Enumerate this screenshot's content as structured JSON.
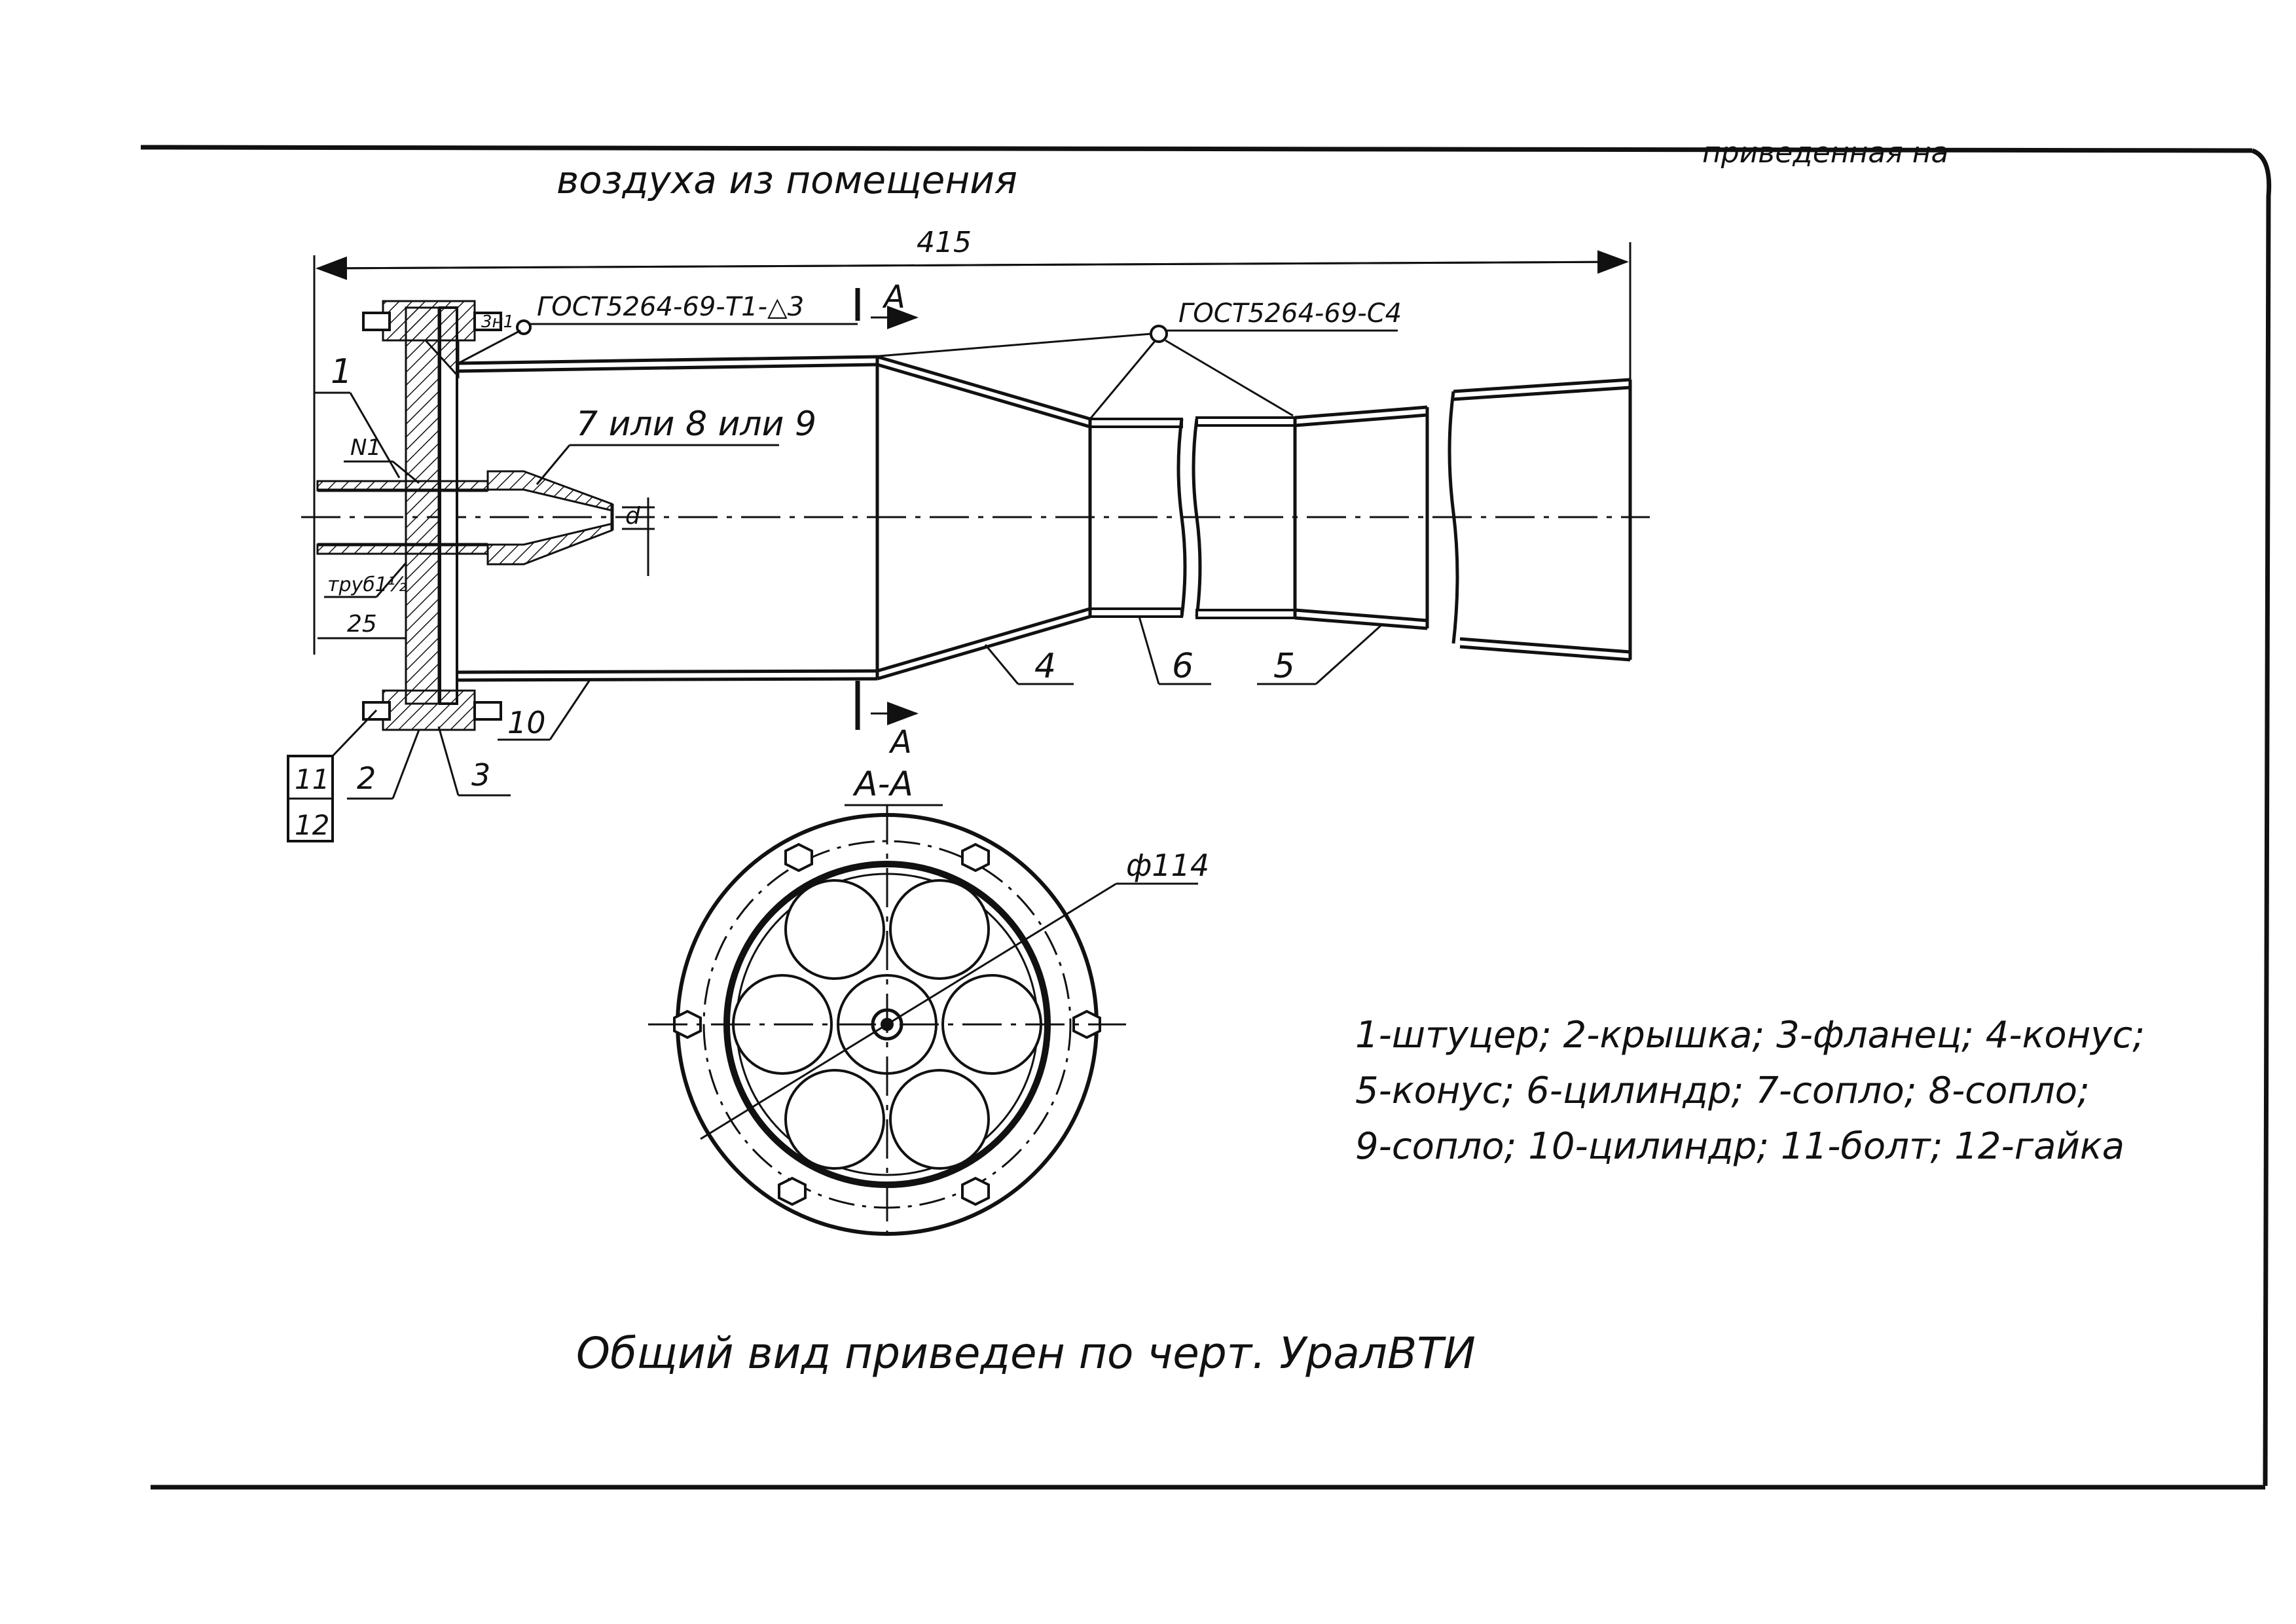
{
  "header": {
    "top_text": "воздуха из помещения",
    "corner_text": "приведенная на"
  },
  "dimensions": {
    "overall_length": "415",
    "flange_offset": "25",
    "nozzle_dim": "d",
    "section_diameter": "ф114"
  },
  "weld_notes": {
    "weld_1": "ГОСТ5264-69-Т1-△3",
    "weld_2": "ГОСТ5264-69-С4",
    "weld_size": "3н1"
  },
  "section_marks": {
    "cut_upper": "А",
    "cut_lower": "А",
    "section_title": "А-А"
  },
  "callouts": {
    "c1": "1",
    "n1": "N1",
    "pipe": "труб1½",
    "nozzle_variants": "7 или 8 или 9",
    "c4": "4",
    "c6": "6",
    "c5": "5",
    "c10": "10",
    "c11": "11",
    "c12": "12",
    "c2": "2",
    "c3": "3"
  },
  "legend": {
    "line1": "1-штуцер; 2-крышка; 3-фланец; 4-конус;",
    "line2": "5-конус; 6-цилиндр; 7-сопло; 8-сопло;",
    "line3": "9-сопло; 10-цилиндр; 11-болт; 12-гайка"
  },
  "caption": "Общий вид приведен по черт. УралВТИ"
}
